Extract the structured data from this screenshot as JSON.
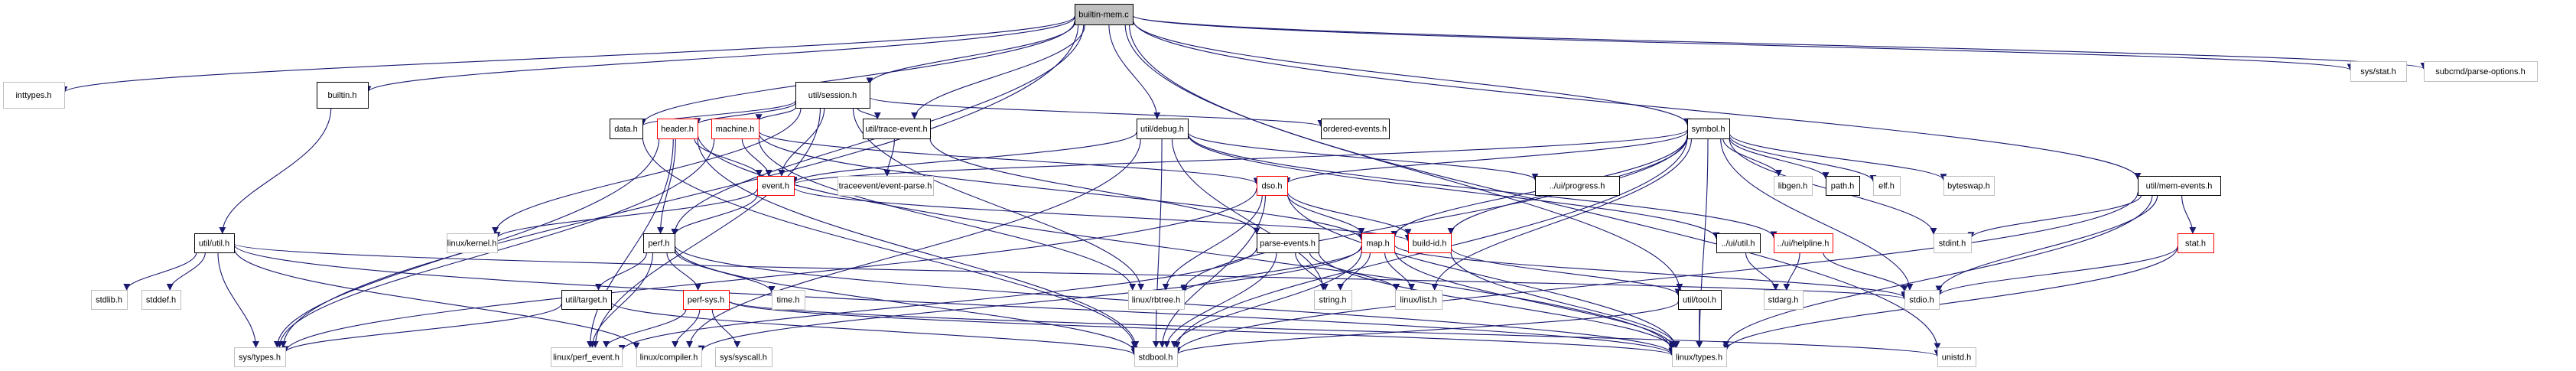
{
  "title": "builtin-mem.c",
  "colors": {
    "edge": "#191970",
    "root_fill": "#bfbfbf",
    "root_stroke": "#000000",
    "documented_stroke": "#000000",
    "truncated_stroke": "#ff0000",
    "external_stroke": "#bfbfbf",
    "node_fill": "#ffffff"
  },
  "nodes": [
    {
      "id": "builtin-mem.c",
      "label": "builtin-mem.c",
      "kind": "root"
    },
    {
      "id": "inttypes.h",
      "label": "inttypes.h",
      "kind": "external"
    },
    {
      "id": "builtin.h",
      "label": "builtin.h",
      "kind": "documented"
    },
    {
      "id": "util/session.h",
      "label": "util/session.h",
      "kind": "documented"
    },
    {
      "id": "util/trace-event.h",
      "label": "util/trace-event.h",
      "kind": "documented"
    },
    {
      "id": "ordered-events.h",
      "label": "ordered-events.h",
      "kind": "documented"
    },
    {
      "id": "symbol.h",
      "label": "symbol.h",
      "kind": "documented"
    },
    {
      "id": "sys/stat.h",
      "label": "sys/stat.h",
      "kind": "external"
    },
    {
      "id": "subcmd/parse-options.h",
      "label": "subcmd/parse-options.h",
      "kind": "external"
    },
    {
      "id": "data.h",
      "label": "data.h",
      "kind": "documented"
    },
    {
      "id": "header.h",
      "label": "header.h",
      "kind": "truncated"
    },
    {
      "id": "machine.h",
      "label": "machine.h",
      "kind": "truncated"
    },
    {
      "id": "util/debug.h",
      "label": "util/debug.h",
      "kind": "documented"
    },
    {
      "id": "event.h",
      "label": "event.h",
      "kind": "truncated"
    },
    {
      "id": "traceevent/event-parse.h",
      "label": "traceevent/event-parse.h",
      "kind": "external"
    },
    {
      "id": "dso.h",
      "label": "dso.h",
      "kind": "truncated"
    },
    {
      "id": "../ui/progress.h",
      "label": "../ui/progress.h",
      "kind": "documented"
    },
    {
      "id": "libgen.h",
      "label": "libgen.h",
      "kind": "external"
    },
    {
      "id": "path.h",
      "label": "path.h",
      "kind": "documented"
    },
    {
      "id": "elf.h",
      "label": "elf.h",
      "kind": "external"
    },
    {
      "id": "byteswap.h",
      "label": "byteswap.h",
      "kind": "external"
    },
    {
      "id": "util/mem-events.h",
      "label": "util/mem-events.h",
      "kind": "documented"
    },
    {
      "id": "linux/kernel.h",
      "label": "linux/kernel.h",
      "kind": "external"
    },
    {
      "id": "util/util.h",
      "label": "util/util.h",
      "kind": "documented"
    },
    {
      "id": "perf.h",
      "label": "perf.h",
      "kind": "documented"
    },
    {
      "id": "parse-events.h",
      "label": "parse-events.h",
      "kind": "documented"
    },
    {
      "id": "map.h",
      "label": "map.h",
      "kind": "truncated"
    },
    {
      "id": "build-id.h",
      "label": "build-id.h",
      "kind": "truncated"
    },
    {
      "id": "../ui/util.h",
      "label": "../ui/util.h",
      "kind": "documented"
    },
    {
      "id": "../ui/helpline.h",
      "label": "../ui/helpline.h",
      "kind": "truncated"
    },
    {
      "id": "stdint.h",
      "label": "stdint.h",
      "kind": "external"
    },
    {
      "id": "stat.h",
      "label": "stat.h",
      "kind": "truncated"
    },
    {
      "id": "stdlib.h",
      "label": "stdlib.h",
      "kind": "external"
    },
    {
      "id": "stddef.h",
      "label": "stddef.h",
      "kind": "external"
    },
    {
      "id": "util/target.h",
      "label": "util/target.h",
      "kind": "documented"
    },
    {
      "id": "perf-sys.h",
      "label": "perf-sys.h",
      "kind": "truncated"
    },
    {
      "id": "time.h",
      "label": "time.h",
      "kind": "external"
    },
    {
      "id": "linux/rbtree.h",
      "label": "linux/rbtree.h",
      "kind": "external"
    },
    {
      "id": "string.h",
      "label": "string.h",
      "kind": "external"
    },
    {
      "id": "linux/list.h",
      "label": "linux/list.h",
      "kind": "external"
    },
    {
      "id": "util/tool.h",
      "label": "util/tool.h",
      "kind": "documented"
    },
    {
      "id": "stdarg.h",
      "label": "stdarg.h",
      "kind": "external"
    },
    {
      "id": "stdio.h",
      "label": "stdio.h",
      "kind": "external"
    },
    {
      "id": "sys/types.h",
      "label": "sys/types.h",
      "kind": "external"
    },
    {
      "id": "linux/perf_event.h",
      "label": "linux/perf_event.h",
      "kind": "external"
    },
    {
      "id": "linux/compiler.h",
      "label": "linux/compiler.h",
      "kind": "external"
    },
    {
      "id": "sys/syscall.h",
      "label": "sys/syscall.h",
      "kind": "external"
    },
    {
      "id": "stdbool.h",
      "label": "stdbool.h",
      "kind": "external"
    },
    {
      "id": "linux/types.h",
      "label": "linux/types.h",
      "kind": "external"
    },
    {
      "id": "unistd.h",
      "label": "unistd.h",
      "kind": "external"
    }
  ],
  "edges": [
    [
      "builtin-mem.c",
      "inttypes.h"
    ],
    [
      "builtin-mem.c",
      "builtin.h"
    ],
    [
      "builtin-mem.c",
      "util/session.h"
    ],
    [
      "builtin-mem.c",
      "util/trace-event.h"
    ],
    [
      "builtin-mem.c",
      "util/debug.h"
    ],
    [
      "builtin-mem.c",
      "symbol.h"
    ],
    [
      "builtin-mem.c",
      "sys/stat.h"
    ],
    [
      "builtin-mem.c",
      "subcmd/parse-options.h"
    ],
    [
      "builtin-mem.c",
      "data.h"
    ],
    [
      "builtin-mem.c",
      "sys/types.h"
    ],
    [
      "builtin-mem.c",
      "perf.h"
    ],
    [
      "builtin-mem.c",
      "util/tool.h"
    ],
    [
      "builtin-mem.c",
      "util/mem-events.h"
    ],
    [
      "builtin-mem.c",
      "unistd.h"
    ],
    [
      "builtin.h",
      "util/util.h"
    ],
    [
      "util/util.h",
      "stdlib.h"
    ],
    [
      "util/util.h",
      "stddef.h"
    ],
    [
      "util/util.h",
      "sys/types.h"
    ],
    [
      "util/util.h",
      "linux/compiler.h"
    ],
    [
      "util/util.h",
      "linux/types.h"
    ],
    [
      "util/util.h",
      "stdio.h"
    ],
    [
      "util/session.h",
      "data.h"
    ],
    [
      "util/session.h",
      "header.h"
    ],
    [
      "util/session.h",
      "machine.h"
    ],
    [
      "util/session.h",
      "event.h"
    ],
    [
      "util/session.h",
      "util/trace-event.h"
    ],
    [
      "util/session.h",
      "ordered-events.h"
    ],
    [
      "util/session.h",
      "linux/kernel.h"
    ],
    [
      "util/session.h",
      "linux/rbtree.h"
    ],
    [
      "util/session.h",
      "linux/perf_event.h"
    ],
    [
      "util/trace-event.h",
      "traceevent/event-parse.h"
    ],
    [
      "util/trace-event.h",
      "parse-events.h"
    ],
    [
      "header.h",
      "event.h"
    ],
    [
      "header.h",
      "sys/types.h"
    ],
    [
      "header.h",
      "stdbool.h"
    ],
    [
      "header.h",
      "linux/types.h"
    ],
    [
      "header.h",
      "linux/perf_event.h"
    ],
    [
      "header.h",
      "perf.h"
    ],
    [
      "machine.h",
      "event.h"
    ],
    [
      "machine.h",
      "dso.h"
    ],
    [
      "machine.h",
      "map.h"
    ],
    [
      "machine.h",
      "sys/types.h"
    ],
    [
      "machine.h",
      "linux/rbtree.h"
    ],
    [
      "data.h",
      "stdbool.h"
    ],
    [
      "event.h",
      "perf.h"
    ],
    [
      "event.h",
      "build-id.h"
    ],
    [
      "event.h",
      "linux/kernel.h"
    ],
    [
      "util/debug.h",
      "event.h"
    ],
    [
      "util/debug.h",
      "../ui/helpline.h"
    ],
    [
      "util/debug.h",
      "../ui/progress.h"
    ],
    [
      "util/debug.h",
      "../ui/util.h"
    ],
    [
      "util/debug.h",
      "stdbool.h"
    ],
    [
      "util/debug.h",
      "linux/compiler.h"
    ],
    [
      "util/debug.h",
      "string.h"
    ],
    [
      "symbol.h",
      "event.h"
    ],
    [
      "symbol.h",
      "dso.h"
    ],
    [
      "symbol.h",
      "map.h"
    ],
    [
      "symbol.h",
      "build-id.h"
    ],
    [
      "symbol.h",
      "libgen.h"
    ],
    [
      "symbol.h",
      "path.h"
    ],
    [
      "symbol.h",
      "elf.h"
    ],
    [
      "symbol.h",
      "byteswap.h"
    ],
    [
      "symbol.h",
      "stdint.h"
    ],
    [
      "symbol.h",
      "stdio.h"
    ],
    [
      "symbol.h",
      "linux/list.h"
    ],
    [
      "symbol.h",
      "linux/rbtree.h"
    ],
    [
      "symbol.h",
      "linux/types.h"
    ],
    [
      "symbol.h",
      "stdbool.h"
    ],
    [
      "dso.h",
      "map.h"
    ],
    [
      "dso.h",
      "build-id.h"
    ],
    [
      "dso.h",
      "linux/rbtree.h"
    ],
    [
      "dso.h",
      "stdbool.h"
    ],
    [
      "dso.h",
      "linux/types.h"
    ],
    [
      "dso.h",
      "sys/types.h"
    ],
    [
      "perf.h",
      "util/target.h"
    ],
    [
      "perf.h",
      "perf-sys.h"
    ],
    [
      "perf.h",
      "time.h"
    ],
    [
      "perf.h",
      "linux/perf_event.h"
    ],
    [
      "perf.h",
      "stdbool.h"
    ],
    [
      "perf.h",
      "linux/types.h"
    ],
    [
      "util/target.h",
      "stdbool.h"
    ],
    [
      "util/target.h",
      "sys/types.h"
    ],
    [
      "perf-sys.h",
      "linux/perf_event.h"
    ],
    [
      "perf-sys.h",
      "linux/compiler.h"
    ],
    [
      "perf-sys.h",
      "sys/syscall.h"
    ],
    [
      "perf-sys.h",
      "linux/types.h"
    ],
    [
      "perf-sys.h",
      "unistd.h"
    ],
    [
      "parse-events.h",
      "linux/list.h"
    ],
    [
      "parse-events.h",
      "string.h"
    ],
    [
      "parse-events.h",
      "stdbool.h"
    ],
    [
      "parse-events.h",
      "linux/types.h"
    ],
    [
      "parse-events.h",
      "linux/perf_event.h"
    ],
    [
      "map.h",
      "linux/rbtree.h"
    ],
    [
      "map.h",
      "string.h"
    ],
    [
      "map.h",
      "linux/list.h"
    ],
    [
      "map.h",
      "stdbool.h"
    ],
    [
      "map.h",
      "linux/types.h"
    ],
    [
      "map.h",
      "stdio.h"
    ],
    [
      "map.h",
      "linux/compiler.h"
    ],
    [
      "build-id.h",
      "util/tool.h"
    ],
    [
      "build-id.h",
      "linux/types.h"
    ],
    [
      "../ui/util.h",
      "stdarg.h"
    ],
    [
      "../ui/helpline.h",
      "stdarg.h"
    ],
    [
      "../ui/helpline.h",
      "stdio.h"
    ],
    [
      "util/tool.h",
      "linux/types.h"
    ],
    [
      "util/tool.h",
      "stdbool.h"
    ],
    [
      "util/mem-events.h",
      "stdint.h"
    ],
    [
      "util/mem-events.h",
      "stdio.h"
    ],
    [
      "util/mem-events.h",
      "stat.h"
    ],
    [
      "util/mem-events.h",
      "linux/types.h"
    ],
    [
      "util/mem-events.h",
      "stdbool.h"
    ],
    [
      "stat.h",
      "stdio.h"
    ],
    [
      "stat.h",
      "linux/types.h"
    ]
  ]
}
